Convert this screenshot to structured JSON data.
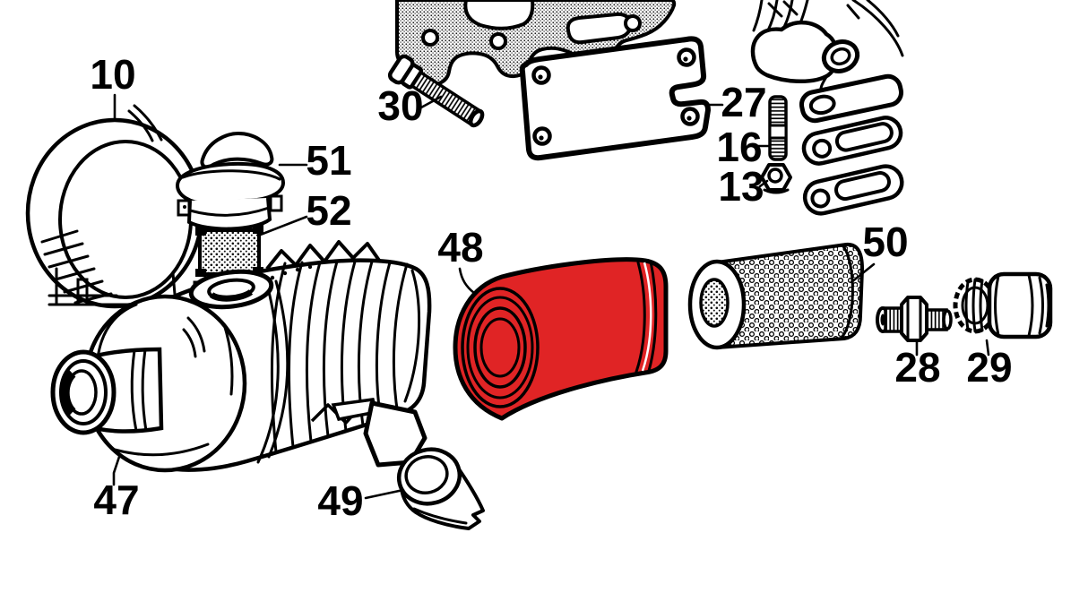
{
  "diagram": {
    "type": "exploded-parts-diagram",
    "background_color": "#ffffff",
    "line_color": "#000000",
    "highlight_color": "#e02425",
    "highlighted_part_number": "48",
    "parts": [
      {
        "number": "10",
        "name": "support-band-clamp"
      },
      {
        "number": "30",
        "name": "hex-bolt"
      },
      {
        "number": "51",
        "name": "pre-cleaner-cap"
      },
      {
        "number": "52",
        "name": "mesh-screen-element"
      },
      {
        "number": "27",
        "name": "cover-plate"
      },
      {
        "number": "16",
        "name": "threaded-stud"
      },
      {
        "number": "13",
        "name": "hex-nut"
      },
      {
        "number": "48",
        "name": "air-filter-cartridge",
        "highlighted": true
      },
      {
        "number": "50",
        "name": "safety-strainer-element"
      },
      {
        "number": "28",
        "name": "threaded-union-fitting"
      },
      {
        "number": "29",
        "name": "service-valve"
      },
      {
        "number": "47",
        "name": "air-cleaner-housing"
      },
      {
        "number": "49",
        "name": "dust-ejector-funnel"
      }
    ]
  }
}
